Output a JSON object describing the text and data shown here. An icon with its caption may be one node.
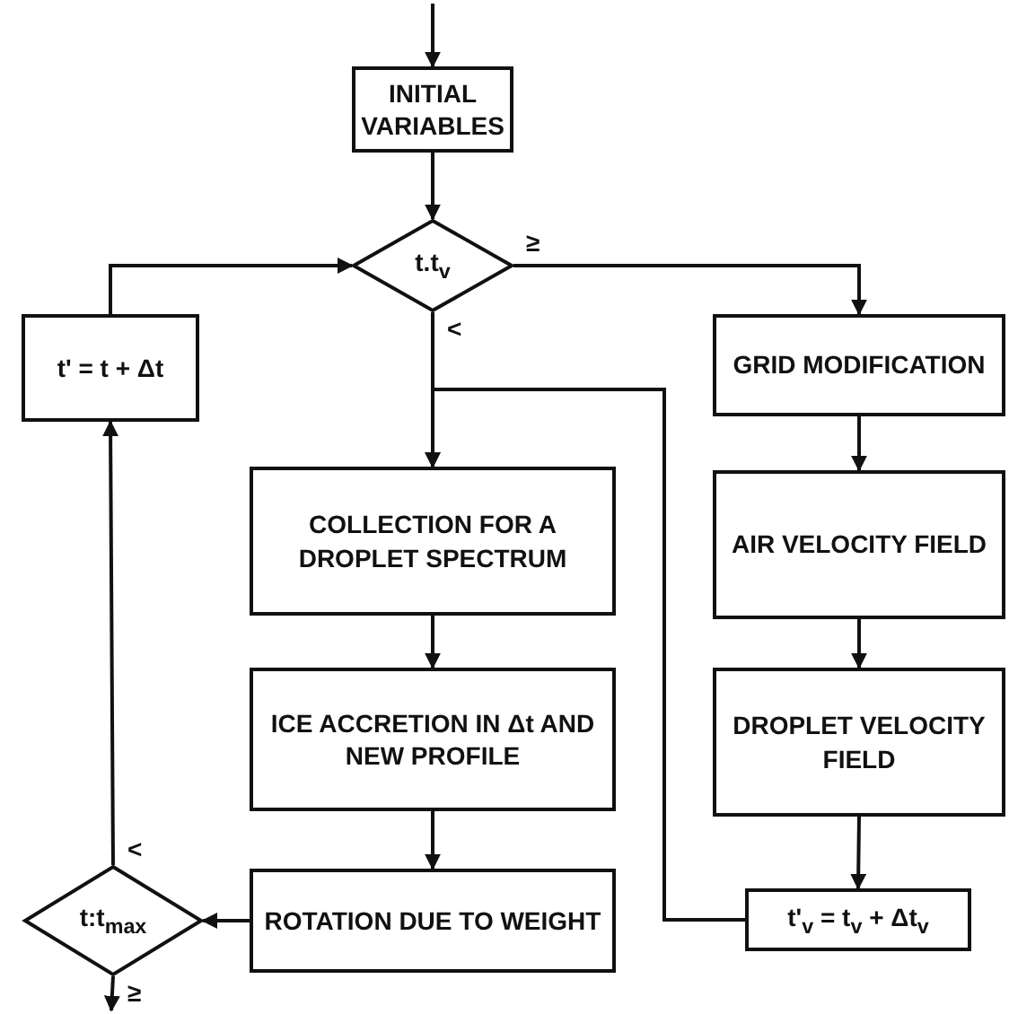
{
  "diagram": {
    "nodes": [
      {
        "text": [
          "INITIAL VARIABLES"
        ]
      },
      {
        "text": [
          "t.t$_{v}$"
        ]
      },
      {
        "text": [
          "t' = t + Δt"
        ]
      },
      {
        "text": [
          "COLLECTION FOR A DROPLET SPECTRUM"
        ]
      },
      {
        "text": [
          "ICE ACCRETION IN Δt AND NEW PROFILE"
        ]
      },
      {
        "text": [
          "ROTATION DUE TO WEIGHT"
        ]
      },
      {
        "text": [
          "t:t$_{max}$"
        ]
      },
      {
        "text": [
          "GRID MODIFICATION"
        ]
      },
      {
        "text": [
          "AIR VELOCITY FIELD"
        ]
      },
      {
        "text": [
          "DROPLET VELOCITY FIELD"
        ]
      },
      {
        "text": [
          "t'$_{v}$ = t$_{v}$ + Δt$_{v}$"
        ]
      }
    ],
    "edges": [
      {
        "from": null,
        "to": 0,
        "arrow": "to"
      },
      {
        "from": 0,
        "to": 1,
        "arrow": "to"
      },
      {
        "from": 1,
        "to": 7,
        "arrow": "to",
        "label": "≥"
      },
      {
        "from": 1,
        "to": 3,
        "arrow": "to",
        "label": "<"
      },
      {
        "from": 7,
        "to": 8,
        "arrow": "to"
      },
      {
        "from": 8,
        "to": 9,
        "arrow": "to"
      },
      {
        "from": 9,
        "to": 10,
        "arrow": "to"
      },
      {
        "from": 10,
        "to": 3,
        "arrow": "to"
      },
      {
        "from": 3,
        "to": 4,
        "arrow": "to"
      },
      {
        "from": 4,
        "to": 5,
        "arrow": "to"
      },
      {
        "from": 5,
        "to": 6,
        "arrow": "to"
      },
      {
        "from": 6,
        "to": 2,
        "arrow": "to",
        "label": "<"
      },
      {
        "from": 2,
        "to": 1,
        "arrow": "to"
      },
      {
        "from": 6,
        "to": null,
        "arrow": "to",
        "label": "≥"
      }
    ]
  }
}
